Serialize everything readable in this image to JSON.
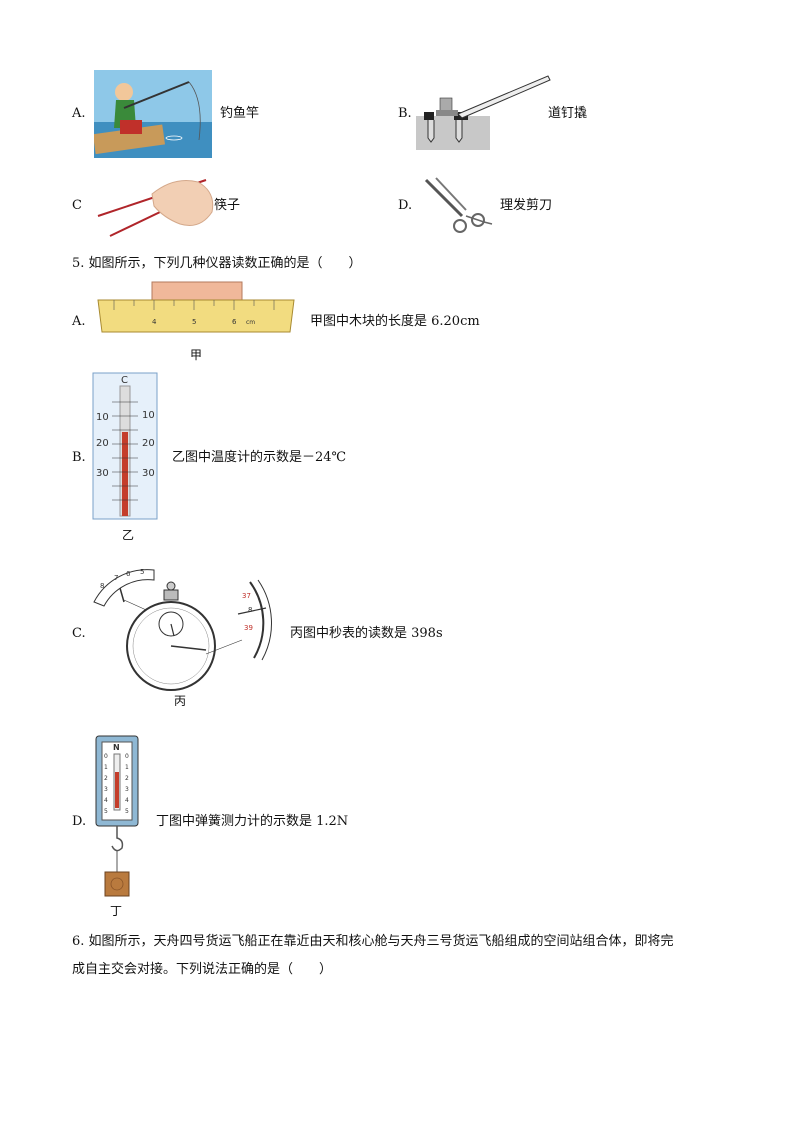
{
  "q4_options": [
    {
      "letter": "A.",
      "label": "钓鱼竿"
    },
    {
      "letter": "B.",
      "label": "道钉撬"
    },
    {
      "letter": "C",
      "label": "筷子"
    },
    {
      "letter": "D.",
      "label": "理发剪刀"
    }
  ],
  "q5": {
    "stem": "5. 如图所示，下列几种仪器读数正确的是（　　）",
    "options": [
      {
        "letter": "A.",
        "text": "甲图中木块的长度是 6.20cm",
        "caption": "甲"
      },
      {
        "letter": "B.",
        "text": "乙图中温度计的示数是－24℃",
        "caption": "乙"
      },
      {
        "letter": "C.",
        "text": "丙图中秒表的读数是 398s",
        "caption": "丙"
      },
      {
        "letter": "D.",
        "text": "丁图中弹簧测力计的示数是 1.2N",
        "caption": "丁"
      }
    ],
    "ruler_ticks": [
      "4",
      "5",
      "6",
      "cm"
    ],
    "thermo_ticks": [
      "C",
      "10",
      "20",
      "30"
    ],
    "stopwatch_min_ticks": [
      "8",
      "7",
      "6",
      "5"
    ],
    "stopwatch_sec_ticks": [
      "37",
      "8",
      "39"
    ],
    "scale_unit": "N",
    "scale_ticks": [
      "0",
      "1",
      "2",
      "3",
      "4",
      "5"
    ]
  },
  "q6": {
    "line1": "6. 如图所示，天舟四号货运飞船正在靠近由天和核心舱与天舟三号货运飞船组成的空间站组合体，即将完",
    "line2": "成自主交会对接。下列说法正确的是（　　）"
  }
}
